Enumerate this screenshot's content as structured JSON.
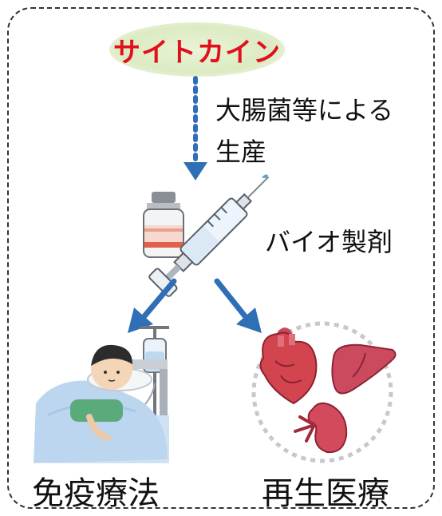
{
  "top_label": "サイトカイン",
  "production_label_line1": "大腸菌等による",
  "production_label_line2": "生産",
  "biologic_label": "バイオ製剤",
  "left_label": "免疫療法",
  "right_label": "再生医療",
  "colors": {
    "cytokine_text": "#e0101c",
    "arrow": "#2e6fb6",
    "frame": "#333333"
  },
  "icons": [
    "vial-icon",
    "syringe-icon",
    "patient-in-bed-icon",
    "iv-drip-icon",
    "heart-icon",
    "liver-icon",
    "kidney-icon"
  ]
}
